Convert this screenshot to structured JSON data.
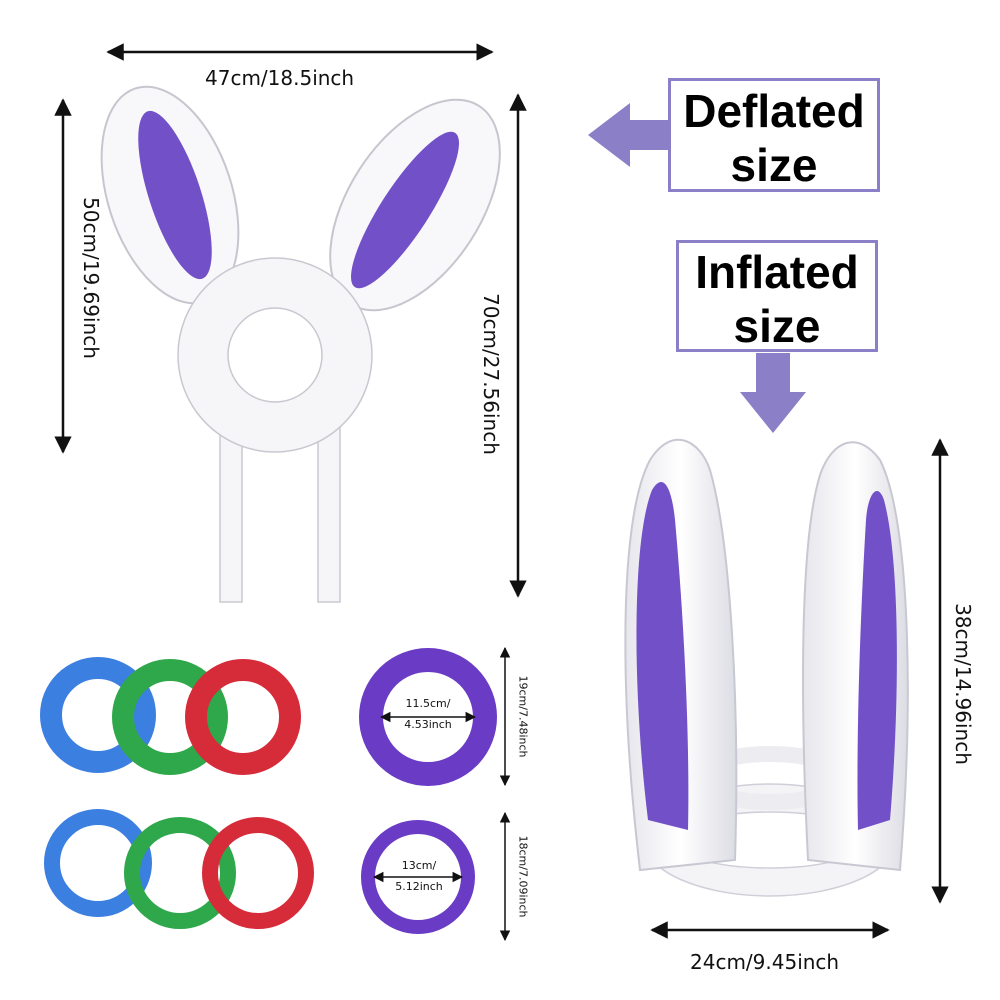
{
  "colors": {
    "purple_accent": "#8b7fc7",
    "ear_purple": "#7250c8",
    "ring_blue": "#3b7fe0",
    "ring_green": "#2ea84a",
    "ring_red": "#d62c3a",
    "ring_purple": "#6a3bc4"
  },
  "labels": {
    "deflated_line1": "Deflated",
    "deflated_line2": "size",
    "inflated_line1": "Inflated",
    "inflated_line2": "size"
  },
  "dimensions": {
    "deflated_width": "47cm/18.5inch",
    "deflated_ears_height": "50cm/19.69inch",
    "deflated_total_height": "70cm/27.56inch",
    "inflated_height": "38cm/14.96inch",
    "inflated_width": "24cm/9.45inch",
    "ring_deflated_outer": "19cm/7.48inch",
    "ring_deflated_inner_line1": "11.5cm/",
    "ring_deflated_inner_line2": "4.53inch",
    "ring_inflated_outer": "18cm/7.09inch",
    "ring_inflated_inner_line1": "13cm/",
    "ring_inflated_inner_line2": "5.12inch"
  },
  "icons": [
    "arrow-left-icon",
    "arrow-down-icon",
    "dimension-arrow-icon"
  ]
}
